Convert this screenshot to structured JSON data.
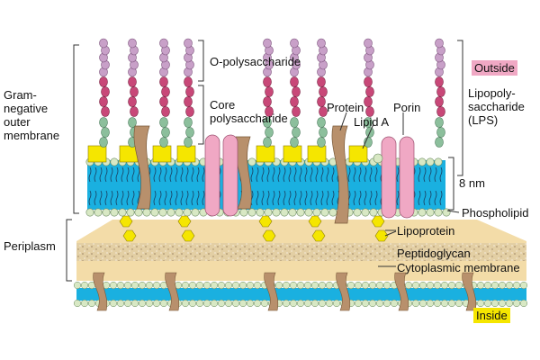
{
  "labels": {
    "outer_membrane": "Gram-\nnegative\nouter\nmembrane",
    "periplasm": "Periplasm",
    "o_polysaccharide": "O-polysaccharide",
    "core_polysaccharide": "Core\npolysaccharide",
    "protein": "Protein",
    "lipid_a": "Lipid A",
    "porin": "Porin",
    "outside": "Outside",
    "lps": "Lipopoly-\nsaccharide\n(LPS)",
    "thickness": "8 nm",
    "phospholipid": "Phospholipid",
    "lipoprotein": "Lipoprotein",
    "peptidoglycan": "Peptidoglycan",
    "cytoplasmic_membrane": "Cytoplasmic membrane",
    "inside": "Inside"
  },
  "colors": {
    "membrane_blue": "#1ab0e0",
    "head_bead": "#d8e8c4",
    "lipid_a_block": "#f5e600",
    "o_chain_top": "#c8a0c8",
    "o_chain_mid": "#c84878",
    "core_bead": "#8cbf9c",
    "protein": "#b8906c",
    "porin": "#f0a8c4",
    "periplasm_fill": "#f3dca8",
    "peptidoglycan_fill": "#e3cfa4",
    "outside_tag": "#f0a8c4",
    "inside_tag": "#f5e600"
  }
}
